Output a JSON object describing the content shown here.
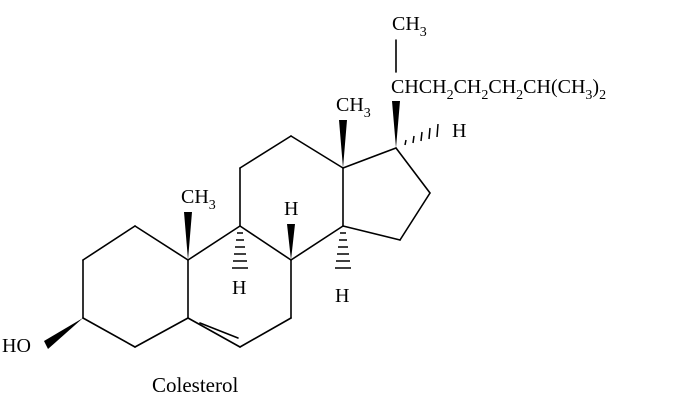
{
  "molecule": {
    "caption": "Colesterol",
    "labels": {
      "hydroxyl": "HO",
      "c10_methyl": "CH",
      "c10_methyl_sub": "3",
      "c13_methyl": "CH",
      "c13_methyl_sub": "3",
      "c8_h": "H",
      "c9_h": "H",
      "c14_h": "H",
      "c17_h": "H",
      "side_top_methyl": "CH",
      "side_top_methyl_sub": "3",
      "side_chain": {
        "p1": "CHCH",
        "s1": "2",
        "p2": "CH",
        "s2": "2",
        "p3": "CH",
        "s3": "2",
        "p4": "CH(CH",
        "s4": "3",
        "p5": ")",
        "s5": "2"
      }
    }
  }
}
